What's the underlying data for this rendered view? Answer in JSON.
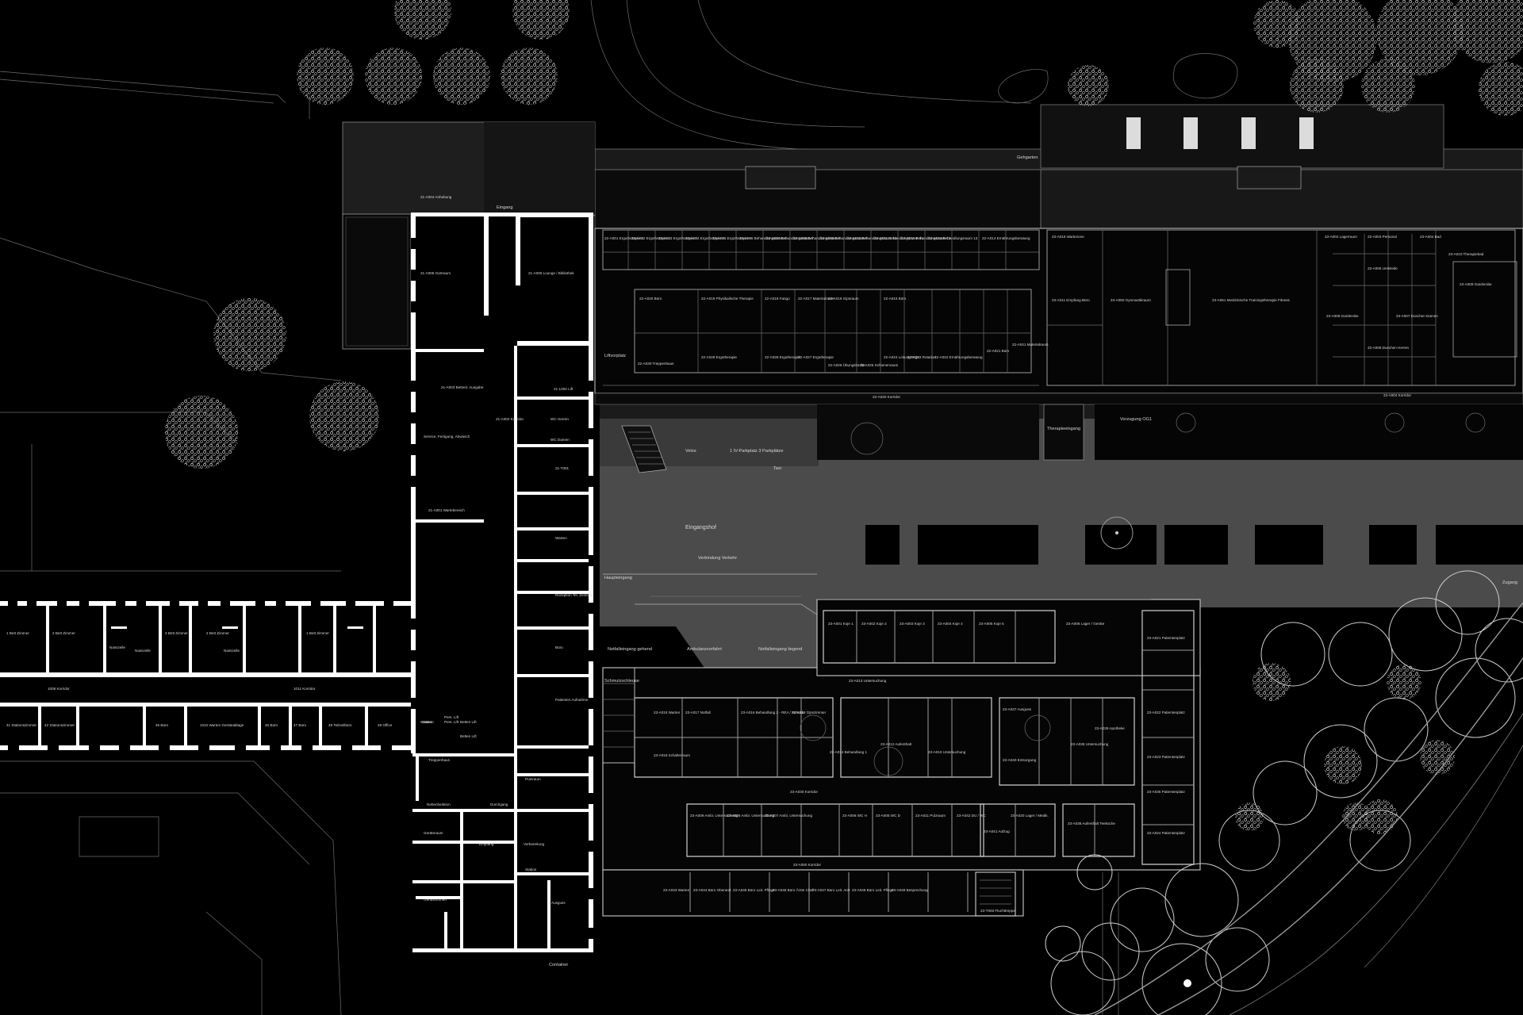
{
  "plan": {
    "colors": {
      "background": "#000000",
      "walls": "#ffffff",
      "courtyard": "#4b4b4b",
      "lines": "#9a9a9a",
      "trees": "#bfbfbf"
    },
    "labels": {
      "eingang": "Eingang",
      "gehgarten": "Gehgarten",
      "therapieeingang": "Therapieeingang",
      "vorzugung": "Vorzugung OG1",
      "eingangshof": "Eingangshof",
      "haupteingang": "Haupteingang",
      "zugang": "Zugang",
      "notfalleingang_gehend": "Notfalleingang gehend",
      "ambulanzvorfahrt": "Ambulanzvorfahrt",
      "notfalleingang_liegend": "Notfalleingang liegend",
      "schmutzschleuse": "Schmutzschleuse",
      "velos": "Velos",
      "parkplatz": "1 IV-Parkplatz\n3 Parkplätze",
      "taxi": "Taxi",
      "liftvorplatz": "Liftvorplatz",
      "container": "Container",
      "verbindung": "Verbindung Verkehr"
    },
    "wing_21": [
      "21-A004 Anhebung",
      "21-A005 Gartraum",
      "21-A006 Lounge / Bibliothek",
      "21-A002 Korridor",
      "21-A003 Bettenl. Ausgabe",
      "21-A001 Wartebereich",
      "Service, Fertigung, Abwasch",
      "21-L002 Lift",
      "WC Herren",
      "WC Damen",
      "21-T001",
      "Warten",
      "Rezeption Tel. Zentrale",
      "Büro",
      "Patienten Aufnahme",
      "Putzraum",
      "Warten",
      "Betten Lift",
      "Pers. Lift",
      "Treppenhaus",
      "Durchgang",
      "Nebenfunktion",
      "Geräteraum",
      "Empfang",
      "Vorbereitung",
      "Station",
      "Ausguss",
      "Gerätezimmer"
    ],
    "wing_22": [
      "22-A001 Ergotherapie 1",
      "22-A002 Ergotherapie 2",
      "22-A003 Ergotherapie 3",
      "22-A004 Ergotherapie 4",
      "22-A005 Ergotherapie 5",
      "22-A006 Behandlungsraum 6",
      "22-A007 Behandlungsraum 7",
      "22-A008 Behandlungsraum 8",
      "22-A009 Behandlungsraum 9",
      "22-A010 Behandlungsraum 10",
      "22-A011 Behandlungsraum 11",
      "22-A012 Behandlungsraum 12",
      "22-A013 Behandlungsraum 13",
      "22-A014 Ernährungsberatung",
      "22-A020 Büro",
      "22-A019 Physikalische Therapie",
      "22-A018 Fango",
      "22-A017 Materialraum",
      "22-A016 Gipsraum",
      "22-A015 Büro",
      "22-A030 Treppenhaus",
      "22-A029 Ergotherapie",
      "22-A028 Ergotherapie",
      "22-A027 Ergotherapie",
      "22-A026 Übungsküche",
      "22-A025 Schienenraum",
      "22-A024 Leitung Ergo",
      "22-A023 Rotation",
      "22-A022 Ernährungsberatung",
      "22-A021 Büro",
      "22-A040 Korridor",
      "22-A041 Materialraum"
    ],
    "wing_23_north": [
      "23-A015 Wartezone",
      "23-A011 Empfang Büro",
      "23-A050 Gymnastikraum",
      "23-A051 Medizinische Trainingstherapie Fitness",
      "23-A002 Lagerraum",
      "23-A003 Personal",
      "23-A004 Bad",
      "23-A005 Umkleide",
      "23-A006 Garderobe",
      "23-A007 Duschen Damen",
      "23-A008 Duschen Herren",
      "23-A009 Garderobe",
      "23-A010 Therapiebad",
      "23-A004 Korridor"
    ],
    "wing_23_south": [
      "23-A001 Koje 1",
      "23-A002 Koje 2",
      "23-A003 Koje 3",
      "23-A004 Koje 4",
      "23-A005 Koje 5",
      "23-A006 Lager / Geräte",
      "23-A021 Patientenplatz",
      "23-A022 Patientenplatz",
      "23-A023 Patientenplatz",
      "23-A024 Patientenplatz",
      "23-A013 Untersuchung",
      "23-A015 Warten",
      "23-A017 Notfall",
      "23-A016 Behandlung 2 - REA / Schock",
      "23-A018 Gipszimmer",
      "23-A019 Schalterraum",
      "23-A012 Aufenthalt",
      "23-A014 Behandlung 1",
      "23-A010 Untersuchung",
      "23-A030 Korridor",
      "23-A009 Ambi. Untersuchung",
      "23-A008 Ambi. Untersuchung",
      "23-A007 Ambi. Untersuchung",
      "23-A006 WC H",
      "23-A005 WC D",
      "23-A011 Putzraum",
      "23-A039 Apotheke",
      "23-A040 Entsorgung",
      "23-A038 Untersuchung",
      "23-A037 Ausguss",
      "23-A020 Lager / Medik.",
      "23-A036 Aufenthalt Teeküche",
      "23-A035 Patientenplatz",
      "23-A041 Aufzug",
      "23-A042 DU / WC",
      "23-A043 Warten",
      "23-A044 Büro Oberarzt",
      "23-A045 Büro Leit. Pflege",
      "23-A046 Büro Ärzte Chef",
      "23-A047 Büro Leit. Arzt",
      "23-A048 Büro Leit. Pflege",
      "23-A049 Besprechung",
      "23-A050 Korridor",
      "23-T003 Fluchttreppe"
    ],
    "wing_west": [
      "1 Bett Zimmer",
      "2 Bett Zimmer",
      "Nasszelle",
      "2 Bett Zimmer",
      "Nasszelle",
      "2 Bett Zimmer",
      "Nasszelle",
      "1 Bett Zimmer",
      "1008 Korridor",
      "1011 Korridor",
      "41 Stationszimmer",
      "42 Stationszimmer",
      "45 Büro",
      "1010 Warten Geräteablage",
      "46 Büro",
      "47 Büro",
      "48 Teilzeitbüro",
      "49 Office",
      "Warten",
      "Pers. Lift",
      "Betten Lift"
    ]
  }
}
